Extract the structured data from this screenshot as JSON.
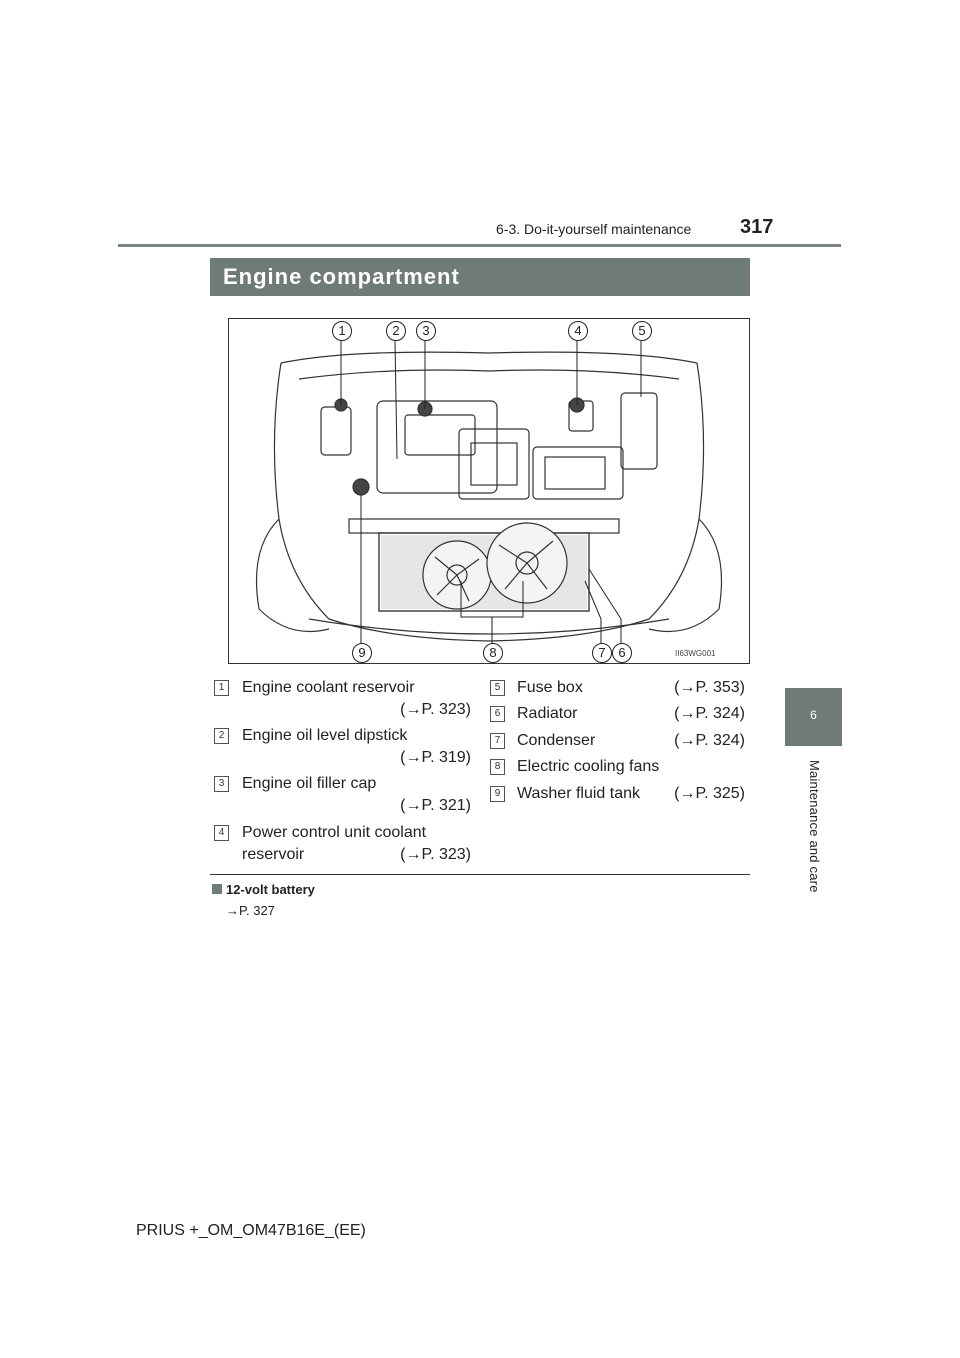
{
  "header": {
    "section": "6-3. Do-it-yourself maintenance",
    "page_number": "317"
  },
  "side_tab": {
    "number": "6",
    "label": "Maintenance and care"
  },
  "title": "Engine compartment",
  "diagram": {
    "code": "II63WG001",
    "top_callouts": [
      "1",
      "2",
      "3",
      "4",
      "5"
    ],
    "bottom_callouts": [
      "9",
      "8",
      "7",
      "6"
    ]
  },
  "legend": {
    "left": [
      {
        "num": "1",
        "line1": "Engine coolant reservoir",
        "line2": "",
        "ref": "(→P. 323)"
      },
      {
        "num": "2",
        "line1": "Engine oil level dipstick",
        "line2": "",
        "ref": "(→P. 319)"
      },
      {
        "num": "3",
        "line1": "Engine oil filler cap",
        "line2": "",
        "ref": "(→P. 321)"
      },
      {
        "num": "4",
        "line1": "Power control unit coolant",
        "line2": "reservoir",
        "ref": "(→P. 323)"
      }
    ],
    "right": [
      {
        "num": "5",
        "label": "Fuse box",
        "ref": "(→P. 353)"
      },
      {
        "num": "6",
        "label": "Radiator",
        "ref": "(→P. 324)"
      },
      {
        "num": "7",
        "label": "Condenser",
        "ref": "(→P. 324)"
      },
      {
        "num": "8",
        "label": "Electric cooling fans",
        "ref": ""
      },
      {
        "num": "9",
        "label": "Washer fluid tank",
        "ref": "(→P. 325)"
      }
    ]
  },
  "battery": {
    "title": "12-volt battery",
    "ref": "→P. 327"
  },
  "footer": "PRIUS +_OM_OM47B16E_(EE)",
  "colors": {
    "accent": "#6f7b76",
    "rule": "#7a857f"
  }
}
